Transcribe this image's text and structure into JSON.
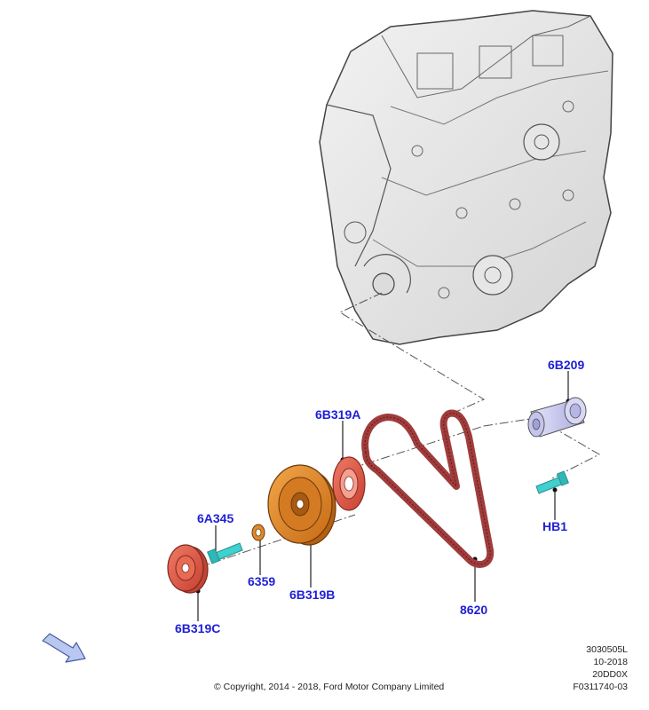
{
  "callouts": {
    "c6B209": "6B209",
    "c6B319A": "6B319A",
    "c6A345": "6A345",
    "cHB1": "HB1",
    "c6359": "6359",
    "c6B319B": "6B319B",
    "c8620": "8620",
    "c6B319C": "6B319C"
  },
  "meta": {
    "line1": "3030505L",
    "line2": "10-2018",
    "line3": "20DD0X",
    "line4": "F0311740-03"
  },
  "copyright": "© Copyright, 2014 - 2018, Ford Motor Company Limited",
  "colors": {
    "callout": "#1f1fd6",
    "belt": "#a03c3c",
    "pulley_orange": "#e08a2a",
    "damper_red": "#e05a3a",
    "cyan_bolt": "#3fd0d0",
    "tensioner": "#c8c8f0"
  }
}
